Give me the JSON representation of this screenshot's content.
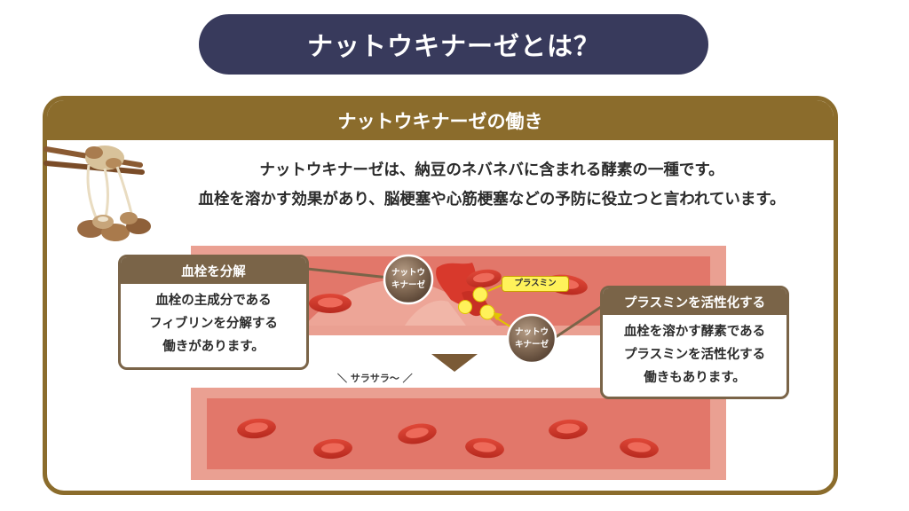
{
  "title": "ナットウキナーゼとは？",
  "section": {
    "title": "ナットウキナーゼの働き"
  },
  "description": {
    "line1": "ナットウキナーゼは、納豆のネバネバに含まれる酵素の一種です。",
    "line2": "血栓を溶かす効果があり、脳梗塞や心筋梗塞などの予防に役立つと言われています。"
  },
  "left_box": {
    "title": "血栓を分解",
    "lines": [
      "血栓の主成分である",
      "フィブリンを分解する",
      "働きがあります。"
    ]
  },
  "right_box": {
    "title": "プラスミンを活性化する",
    "lines": [
      "血栓を溶かす酵素である",
      "プラスミンを活性化する",
      "働きもあります。"
    ]
  },
  "enzyme_label": {
    "line1": "ナットウ",
    "line2": "キナーゼ"
  },
  "plasmin_label": "プラスミン",
  "smooth_label": "＼ サラサラ〜 ／",
  "colors": {
    "navy": "#383a5c",
    "brown": "#8b6c2c",
    "box_brown": "#7a6448",
    "vessel_outer": "#eaa092",
    "vessel_inner": "#e2776a",
    "red_cell": "#d8392c",
    "plasmin": "#fff25a"
  },
  "icons": [
    "chopsticks-natto-icon",
    "down-arrow-icon",
    "red-blood-cell-icon"
  ]
}
